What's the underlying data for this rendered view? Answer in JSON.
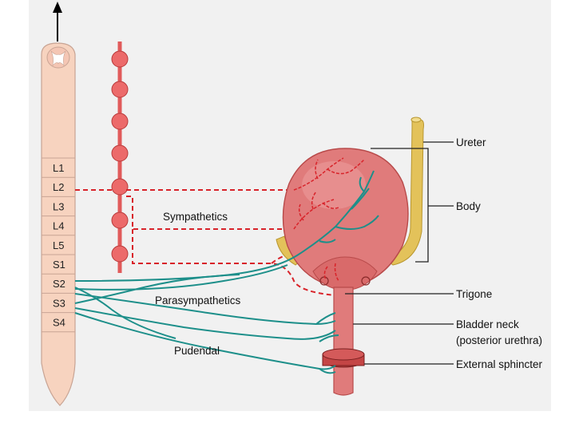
{
  "diagram": {
    "segments": [
      "L1",
      "L2",
      "L3",
      "L4",
      "L5",
      "S1",
      "S2",
      "S3",
      "S4"
    ],
    "nerve_labels": {
      "sympathetics": "Sympathetics",
      "parasympathetics": "Parasympathetics",
      "pudendal": "Pudendal"
    },
    "anatomy_labels": {
      "ureter": "Ureter",
      "body": "Body",
      "trigone": "Trigone",
      "bladder_neck": "Bladder neck",
      "posterior_urethra": "(posterior urethra)",
      "external_sphincter": "External sphincter"
    },
    "colors": {
      "spinal_cord": "#f7d3bf",
      "sympathetic": "#d8232a",
      "parasympathetic": "#1d8f8a",
      "bladder": "#e07b7b",
      "ureter": "#e3c25a",
      "panel": "#f1f1f1"
    }
  }
}
